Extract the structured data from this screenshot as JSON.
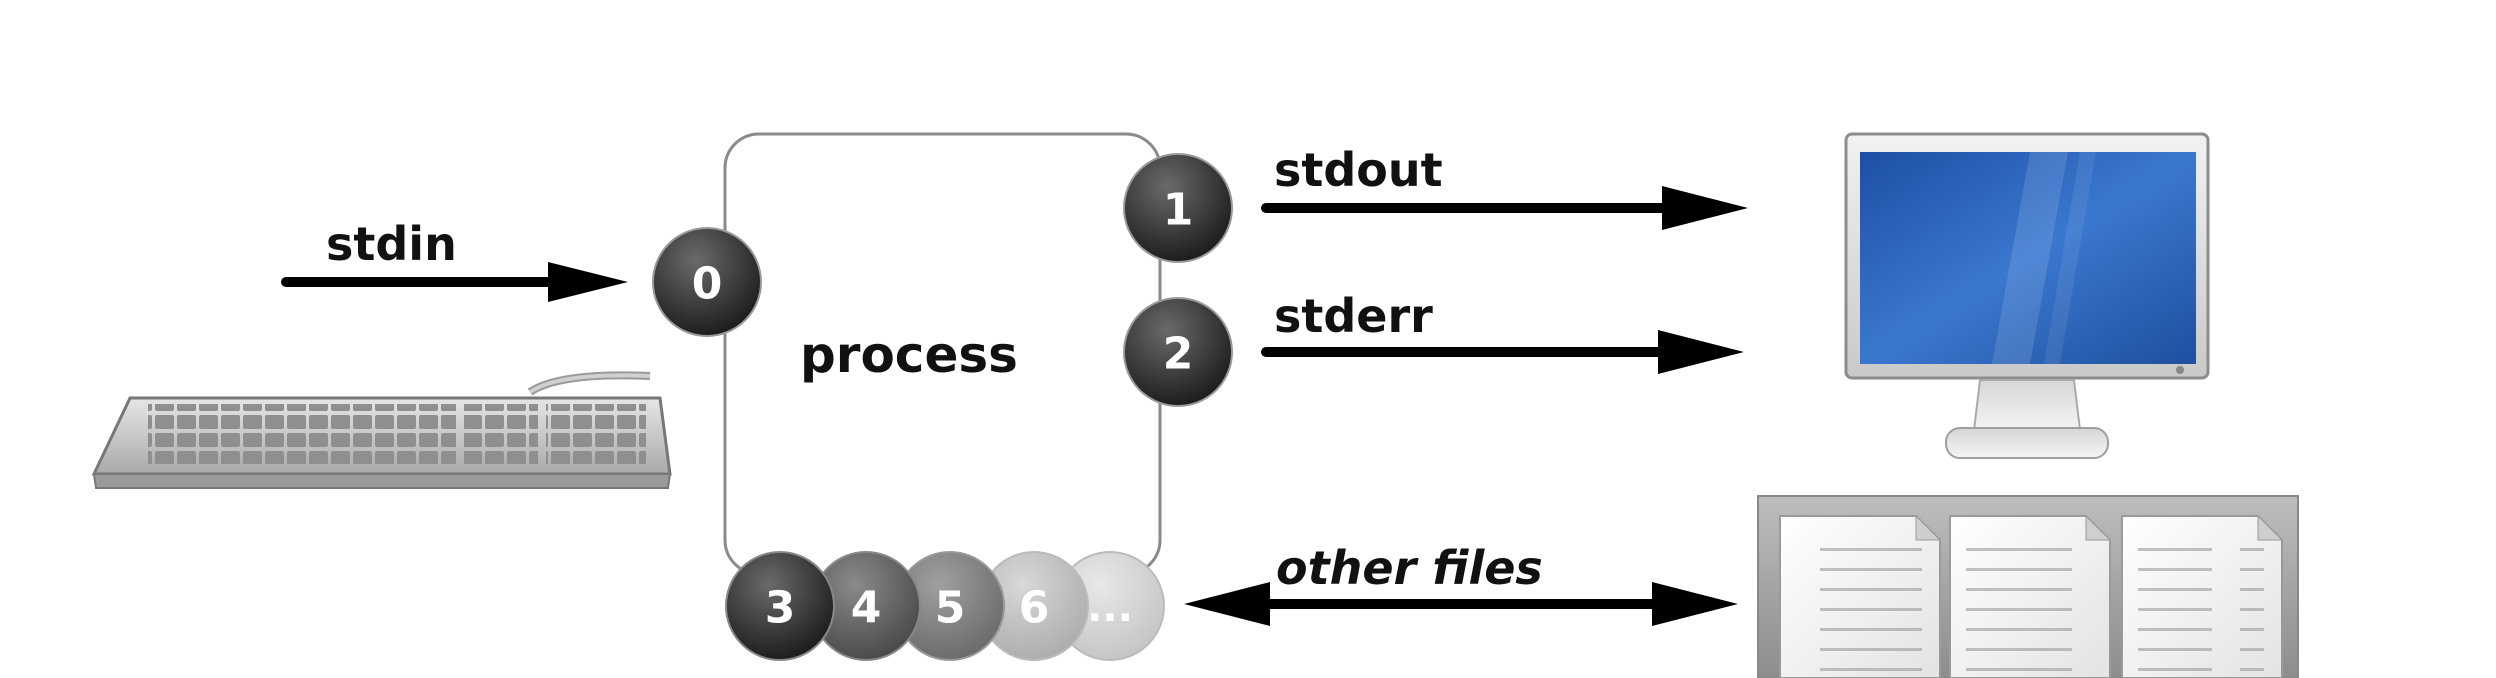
{
  "diagram": {
    "process_label": "process",
    "streams": {
      "stdin": "stdin",
      "stdout": "stdout",
      "stderr": "stderr",
      "other": "other files"
    },
    "fds": {
      "fd0": "0",
      "fd1": "1",
      "fd2": "2",
      "fd3": "3",
      "fd4": "4",
      "fd5": "5",
      "fd6": "6",
      "fd_more": "..."
    },
    "colors": {
      "arrow": "#000000",
      "monitor_screen": "#2a62b8",
      "fd_dark": "#2b2b2b",
      "fd_mid": "#5a5a5a",
      "fd_light": "#b9b9b9"
    },
    "icons": {
      "input_device": "keyboard-icon",
      "output_device": "monitor-icon",
      "files": "documents-icon"
    }
  }
}
